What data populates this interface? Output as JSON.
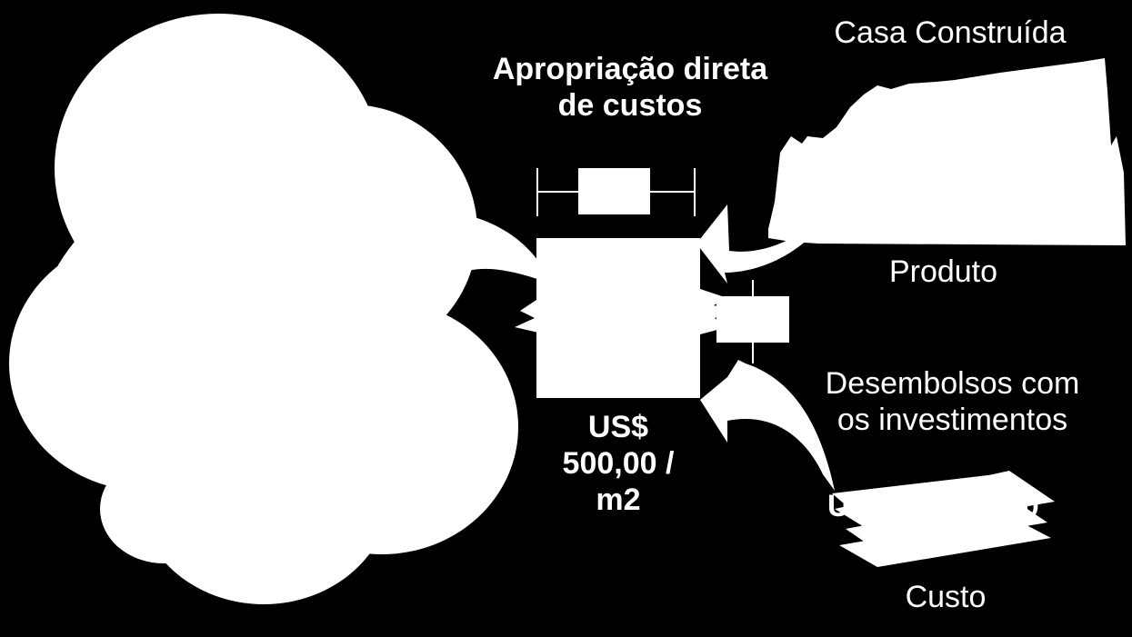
{
  "title": {
    "line1": "Apropriação direta",
    "line2": "de custos"
  },
  "house_label": "Casa Construída",
  "product_label": "Produto",
  "disbursements": {
    "line1": "Desembolsos com",
    "line2": "os investimentos"
  },
  "rate": {
    "line1": "US$",
    "line2": "500,00 /",
    "line3": "m2"
  },
  "amount_visible_head": "U",
  "amount_visible_tail": "00",
  "cost_label": "Custo",
  "colors": {
    "background": "#000000",
    "foreground": "#ffffff"
  }
}
